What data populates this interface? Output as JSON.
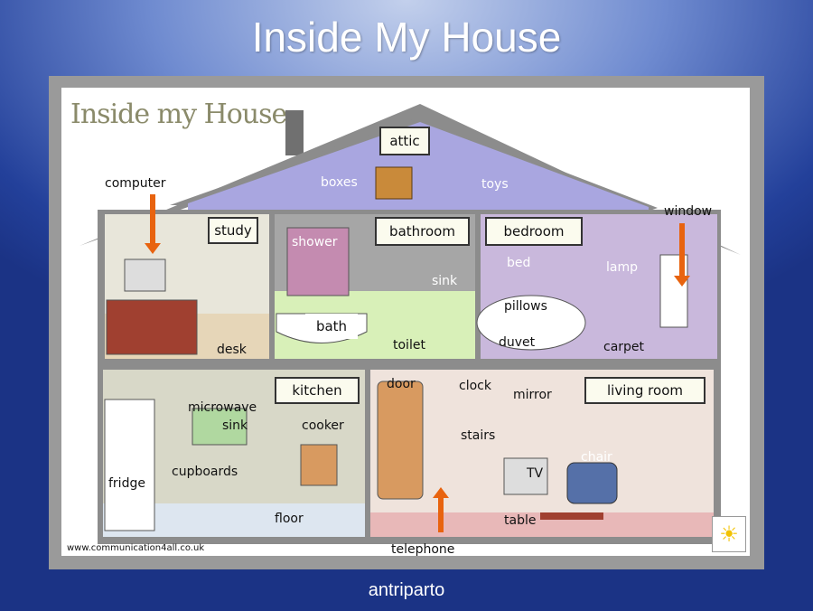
{
  "slide": {
    "title": "Inside My House",
    "credit": "antriparto"
  },
  "picture": {
    "heading": "Inside my House",
    "website": "www.communication4all.co.uk",
    "rooms": {
      "attic": "attic",
      "study": "study",
      "bathroom": "bathroom",
      "bedroom": "bedroom",
      "kitchen": "kitchen",
      "living_room": "living room"
    },
    "items": {
      "boxes": "boxes",
      "toys": "toys",
      "computer": "computer",
      "window": "window",
      "shower": "shower",
      "sink_bath": "sink",
      "bed": "bed",
      "lamp": "lamp",
      "bath": "bath",
      "toilet": "toilet",
      "pillows": "pillows",
      "duvet": "duvet",
      "carpet": "carpet",
      "desk": "desk",
      "microwave": "microwave",
      "sink_kitchen": "sink",
      "cooker": "cooker",
      "cupboards": "cupboards",
      "fridge": "fridge",
      "floor": "floor",
      "door": "door",
      "clock": "clock",
      "mirror": "mirror",
      "stairs": "stairs",
      "chair": "chair",
      "tv": "TV",
      "table": "table",
      "telephone": "telephone"
    },
    "colors": {
      "arrow": "#e8630f",
      "attic": "#a9a6e0",
      "bedroom": "#c9b8dc",
      "bathroom": "#a6a6a6",
      "kitchen": "#d8d8c8",
      "living": "#efe3dc"
    }
  }
}
